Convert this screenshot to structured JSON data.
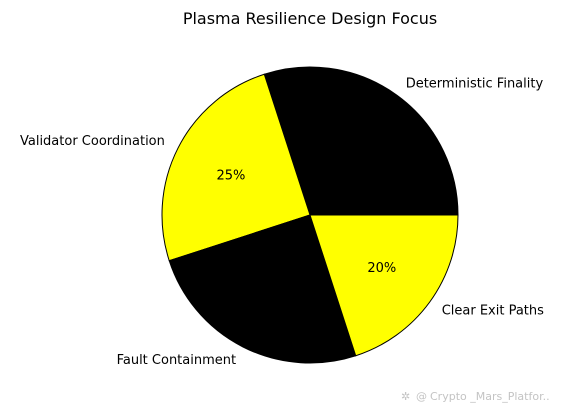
{
  "chart_data": {
    "type": "pie",
    "title": "Plasma Resilience Design Focus",
    "categories": [
      "Deterministic Finality",
      "Validator Coordination",
      "Fault Containment",
      "Clear Exit Paths"
    ],
    "values": [
      30,
      25,
      25,
      20
    ],
    "colors": [
      "#000000",
      "#ffff00",
      "#000000",
      "#ffff00"
    ],
    "value_labels": [
      "",
      "25%",
      "",
      "20%"
    ],
    "start_angle_deg": 0,
    "direction": "counterclockwise",
    "edge_color": "#000000"
  },
  "watermark": "Crypto _Mars_Platfor..",
  "watermark_icons": [
    "sparkle-icon",
    "at-icon"
  ]
}
